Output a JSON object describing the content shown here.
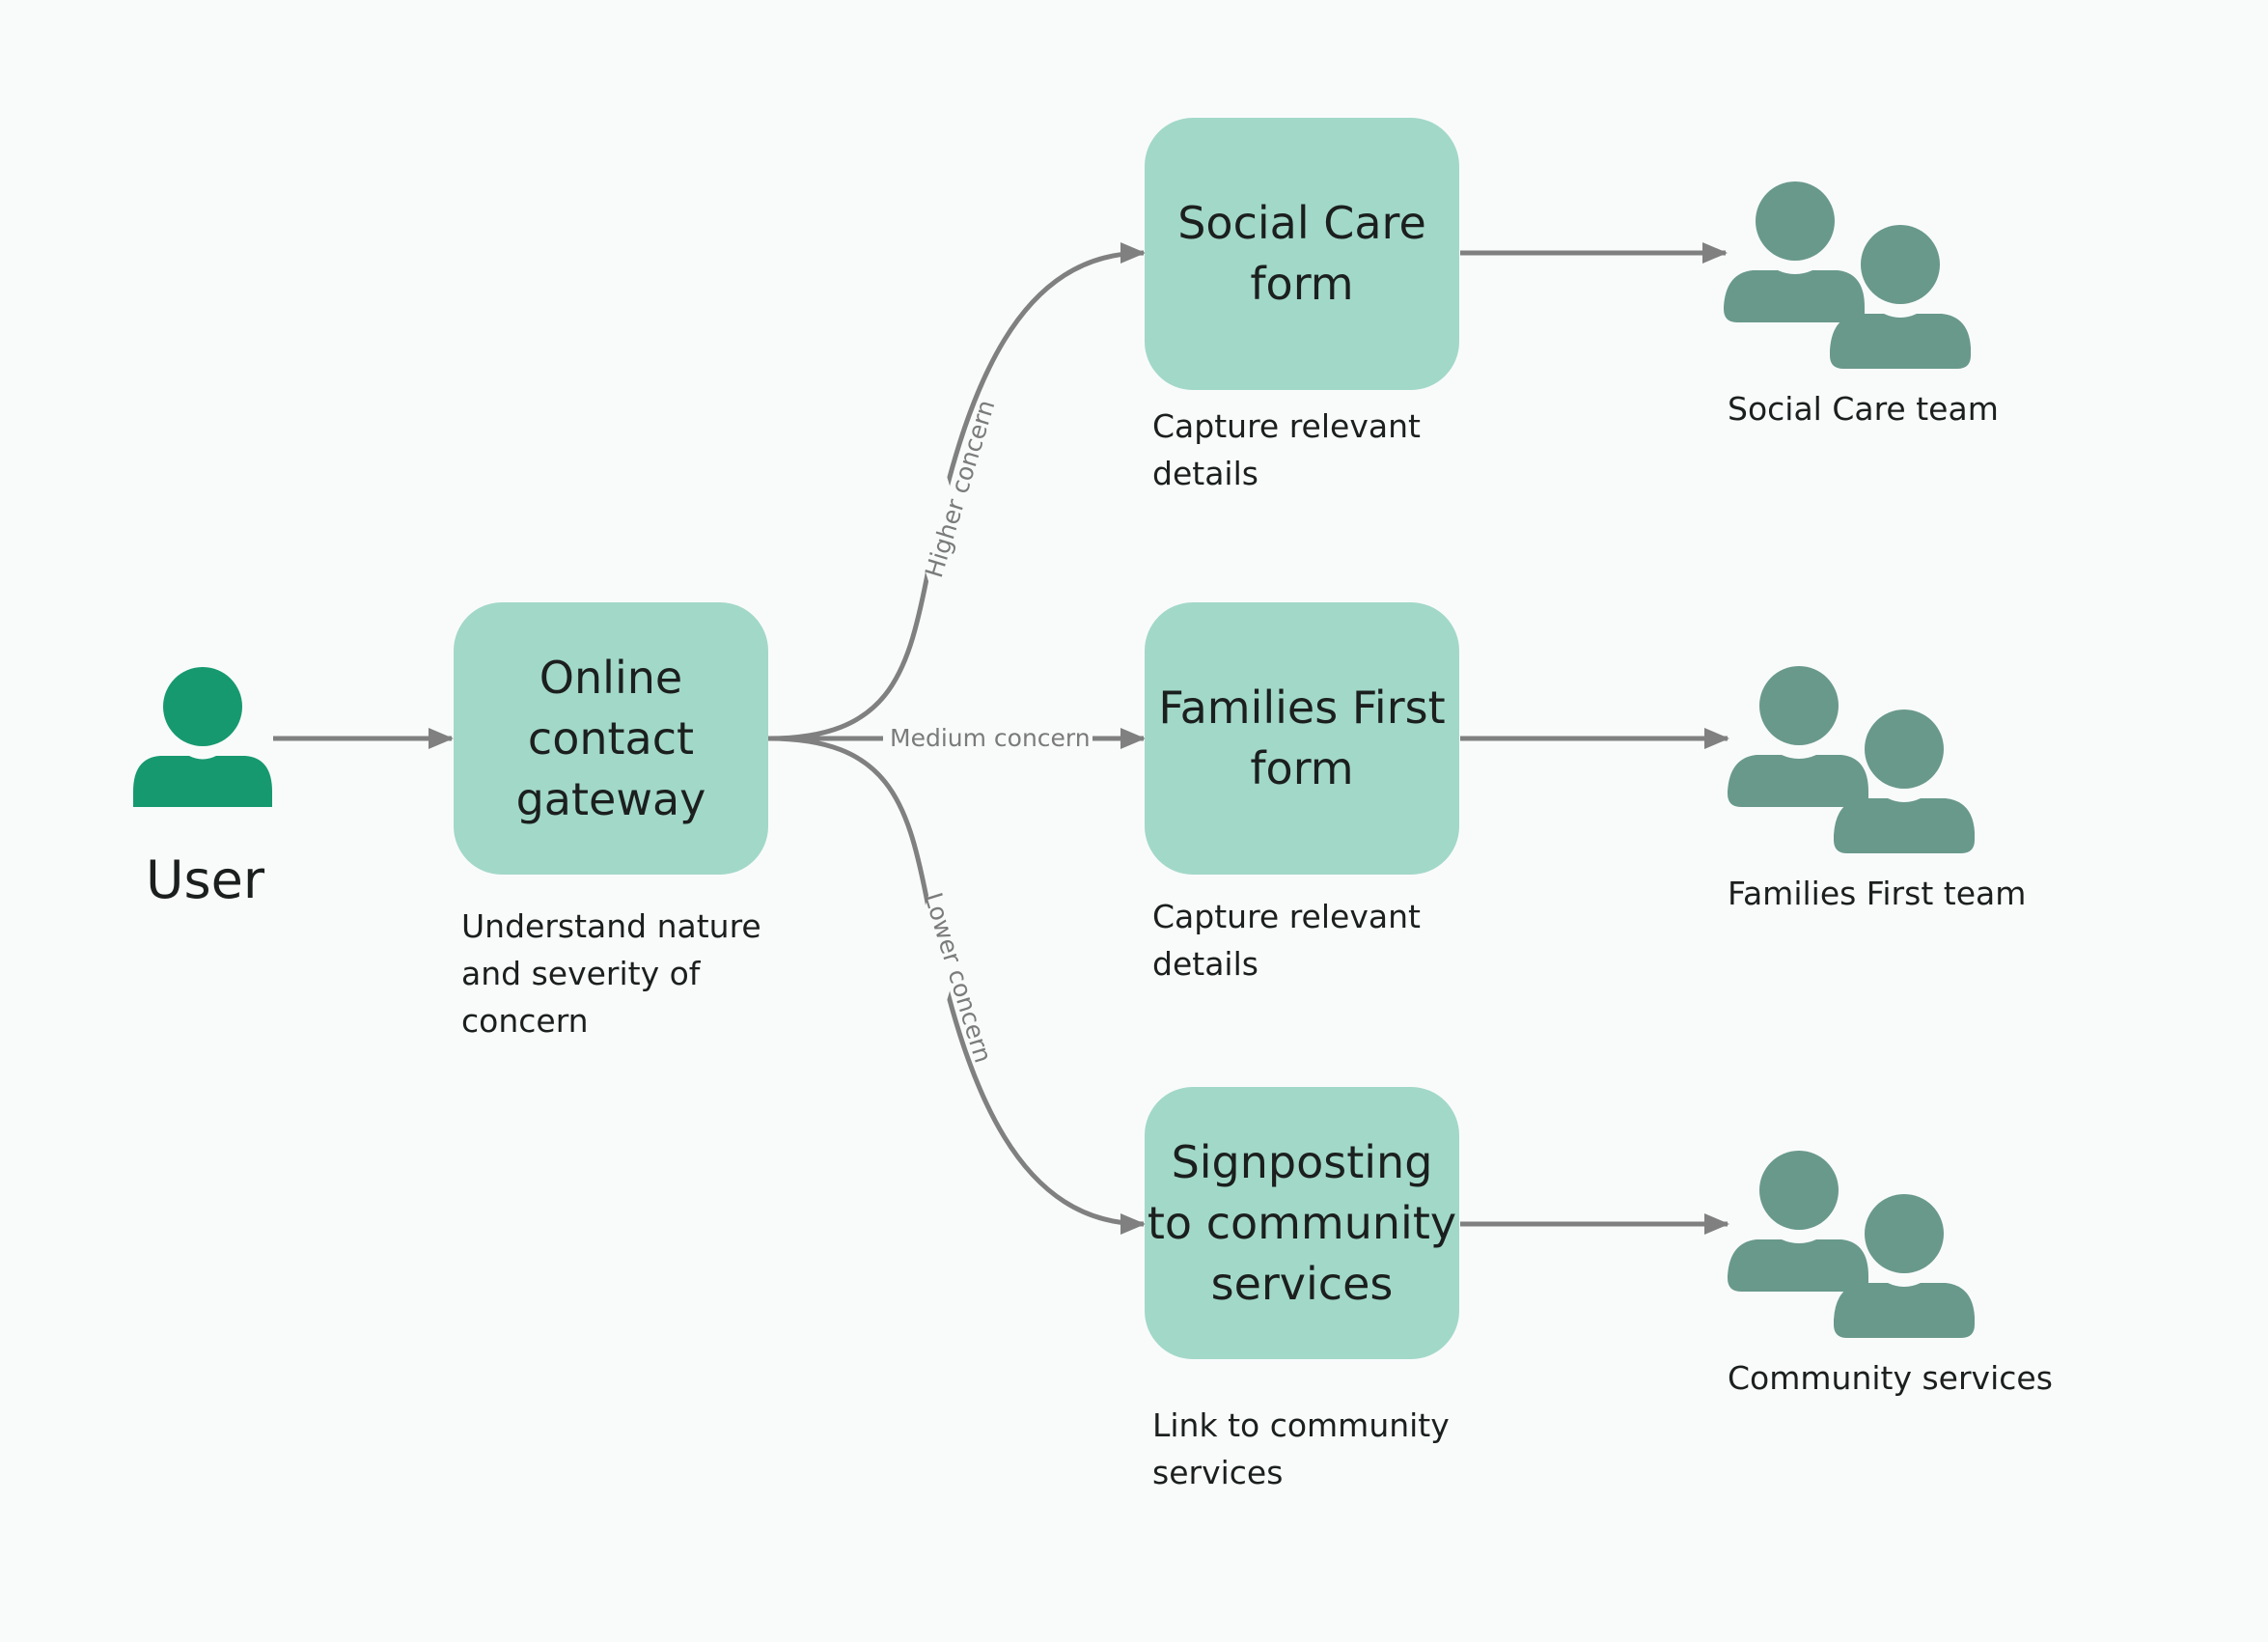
{
  "colors": {
    "background": "#f9fbfb",
    "box_fill": "#a2d8c8",
    "user_icon": "#17996f",
    "team_icon": "#69998b",
    "connector": "#808080",
    "text": "#1b1f1e"
  },
  "user": {
    "label": "User",
    "icon": "person-icon"
  },
  "gateway": {
    "title": "Online\ncontact\ngateway",
    "caption": "Understand nature\nand severity of\nconcern"
  },
  "edges": {
    "higher": "Higher concern",
    "medium": "Medium concern",
    "lower": "Lower concern"
  },
  "forms": [
    {
      "title": "Social Care\nform",
      "caption": "Capture relevant\ndetails",
      "team": "Social Care team"
    },
    {
      "title": "Families First\nform",
      "caption": "Capture relevant\ndetails",
      "team": "Families First team"
    },
    {
      "title": "Signposting\nto community\nservices",
      "caption": "Link to community\nservices",
      "team": "Community services"
    }
  ]
}
